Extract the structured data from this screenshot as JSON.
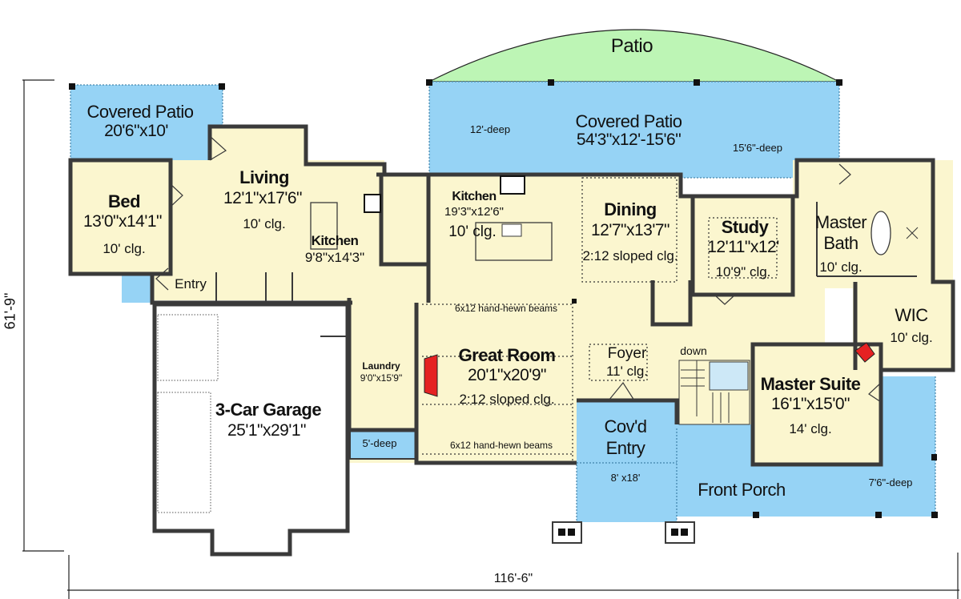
{
  "plan": {
    "overall_width": "116'-6\"",
    "overall_depth": "61'-9\"",
    "colors": {
      "interior": "#fbf6cf",
      "covered_outdoor": "#96d3f5",
      "open_patio": "#bdf5b5",
      "garage": "#ffffff",
      "wall": "#3a3a3a",
      "wall_fill": "#8a8a8a",
      "fireplace": "#e52222"
    }
  },
  "rooms": {
    "patio": {
      "name": "Patio"
    },
    "covered_patio_main": {
      "name": "Covered Patio",
      "size": "54'3\"x12'-15'6\"",
      "note_left": "12'-deep",
      "note_right": "15'6\"-deep"
    },
    "covered_patio_left": {
      "name": "Covered Patio",
      "size": "20'6\"x10'"
    },
    "bed": {
      "name": "Bed",
      "size": "13'0\"x14'1\"",
      "ceiling": "10' clg."
    },
    "living": {
      "name": "Living",
      "size": "12'1\"x17'6\"",
      "ceiling": "10' clg."
    },
    "kitchen_small": {
      "name": "Kitchen",
      "size": "9'8\"x14'3\""
    },
    "entry": {
      "name": "Entry"
    },
    "kitchen_main": {
      "name": "Kitchen",
      "size": "19'3\"x12'6\"",
      "ceiling": "10' clg."
    },
    "dining": {
      "name": "Dining",
      "size": "12'7\"x13'7\"",
      "ceiling": "2:12 sloped clg."
    },
    "study": {
      "name": "Study",
      "size": "12'11\"x12'",
      "ceiling": "10'9\" clg."
    },
    "master_bath": {
      "name_line1": "Master",
      "name_line2": "Bath",
      "ceiling": "10' clg."
    },
    "wic": {
      "name": "WIC",
      "ceiling": "10' clg."
    },
    "great_room": {
      "name": "Great Room",
      "size": "20'1\"x20'9\"",
      "ceiling": "2:12 sloped clg.",
      "beams_top": "6x12 hand-hewn beams",
      "beams_bottom": "6x12 hand-hewn beams"
    },
    "laundry": {
      "name": "Laundry",
      "size": "9'0\"x15'9\""
    },
    "foyer": {
      "name": "Foyer",
      "ceiling": "11' clg."
    },
    "stairs": {
      "label": "down"
    },
    "master_suite": {
      "name": "Master Suite",
      "size": "16'1\"x15'0\"",
      "ceiling": "14' clg."
    },
    "garage": {
      "name": "3-Car Garage",
      "size": "25'1\"x29'1\""
    },
    "small_porch": {
      "note": "5'-deep"
    },
    "covd_entry": {
      "name_line1": "Cov'd",
      "name_line2": "Entry",
      "size": "8' x18'"
    },
    "front_porch": {
      "name": "Front Porch",
      "note": "7'6\"-deep"
    }
  }
}
